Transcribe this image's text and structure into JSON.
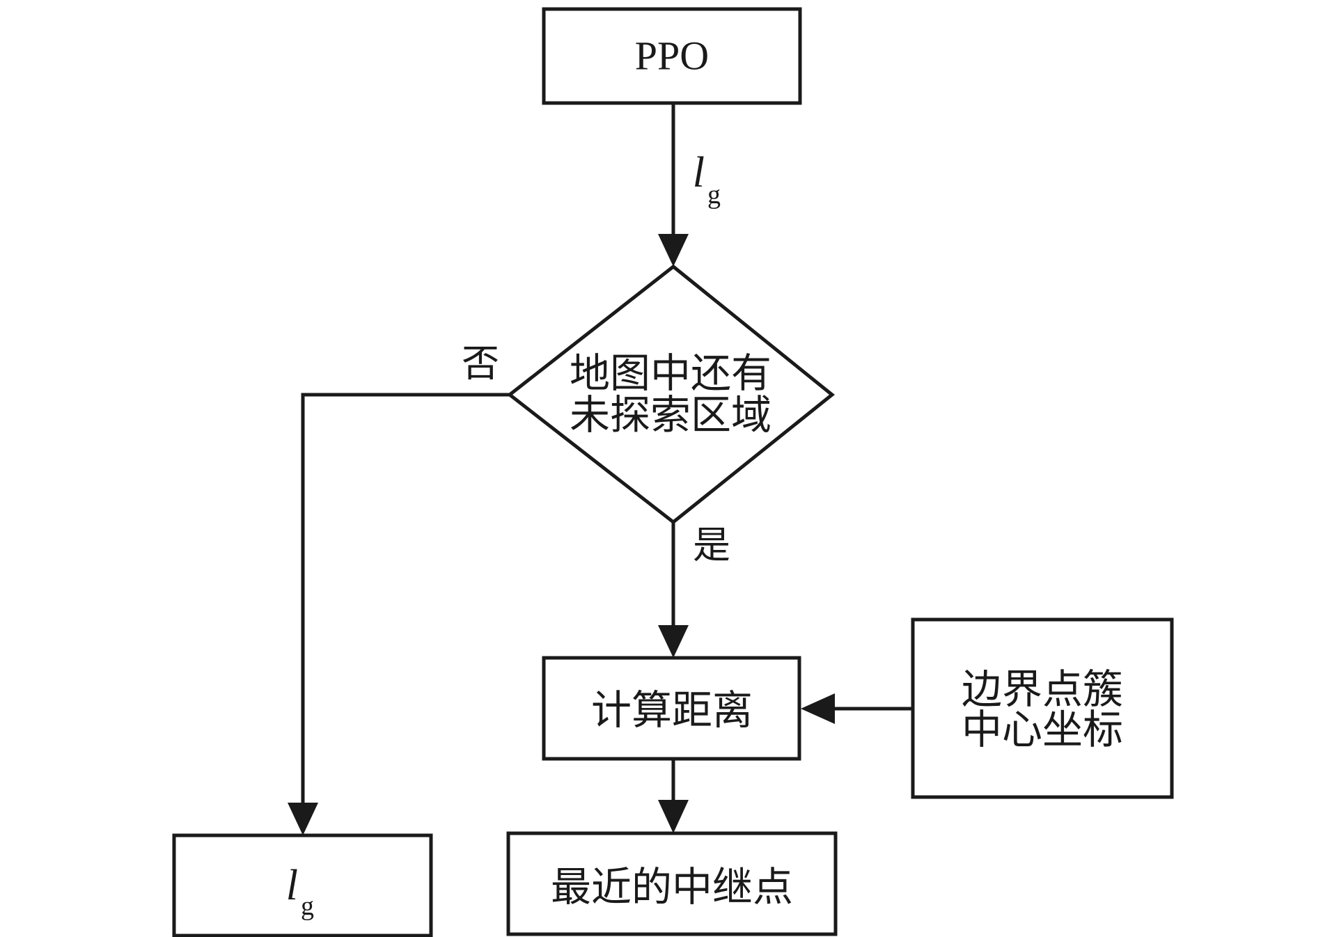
{
  "nodes": {
    "ppo": {
      "label": "PPO"
    },
    "decision": {
      "line1": "地图中还有",
      "line2": "未探索区域"
    },
    "compute": {
      "label": "计算距离"
    },
    "frontier": {
      "line1": "边界点簇",
      "line2": "中心坐标"
    },
    "nearest": {
      "label": "最近的中继点"
    },
    "output": {
      "var": "l",
      "sub": "g"
    }
  },
  "edges": {
    "ppo_to_decision": {
      "var": "l",
      "sub": "g"
    },
    "no_branch": {
      "label": "否"
    },
    "yes_branch": {
      "label": "是"
    }
  }
}
